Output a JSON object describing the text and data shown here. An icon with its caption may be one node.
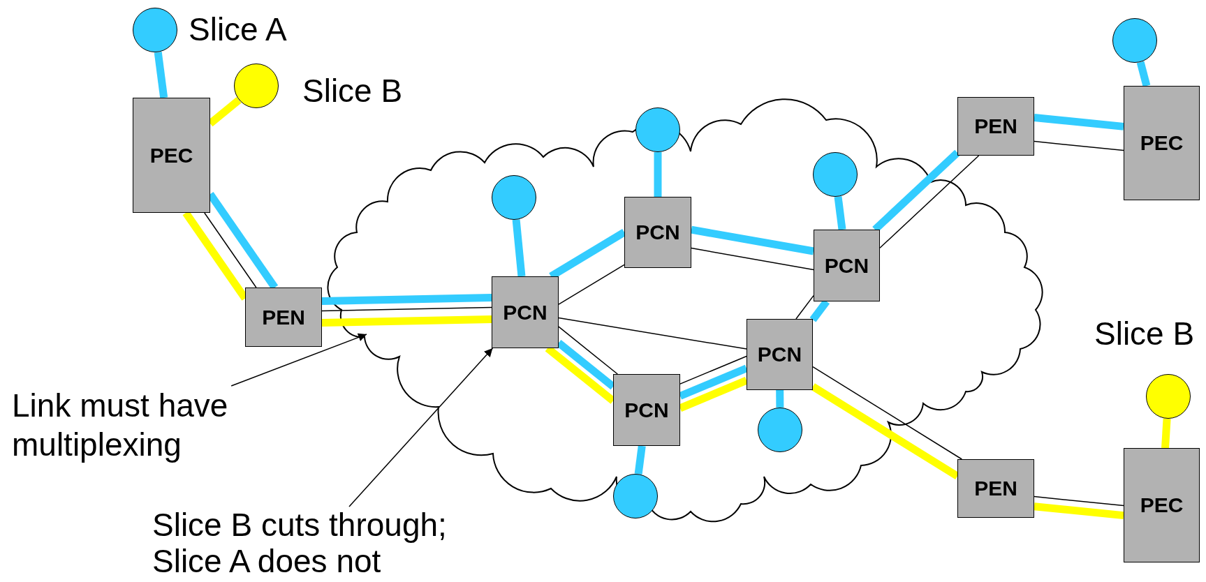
{
  "diagram": {
    "nodes": [
      {
        "text": [],
        "shape": "circle",
        "beside": [
          "Slice A"
        ]
      },
      {
        "text": [],
        "shape": "circle",
        "beside": [
          "Slice B"
        ]
      },
      {
        "text": [
          "PEC"
        ]
      },
      {
        "text": [
          "PEN"
        ]
      },
      {
        "text": [],
        "shape": "circle"
      },
      {
        "text": [
          "PCN"
        ]
      },
      {
        "text": [],
        "shape": "circle"
      },
      {
        "text": [
          "PCN"
        ]
      },
      {
        "text": [
          "PEN"
        ]
      },
      {
        "text": [],
        "shape": "circle"
      },
      {
        "text": [
          "PEC"
        ]
      },
      {
        "text": [],
        "shape": "circle"
      },
      {
        "text": [
          "PCN"
        ]
      },
      {
        "text": [
          "PCN"
        ]
      },
      {
        "text": [
          "PCN"
        ]
      },
      {
        "text": [],
        "shape": "circle"
      },
      {
        "text": [],
        "shape": "circle"
      },
      {
        "text": [],
        "shape": "circle",
        "beside": [
          "Slice B"
        ]
      },
      {
        "text": [
          "PEN"
        ]
      },
      {
        "text": [
          "PEC"
        ]
      },
      {
        "text": [
          "Link must have multiplexing"
        ]
      },
      {
        "text": [
          "Slice B cuts through; Slice A does not"
        ]
      }
    ],
    "edges": [
      {
        "from": 0,
        "to": 2,
        "arrow": "none"
      },
      {
        "from": 1,
        "to": 2,
        "arrow": "none",
        "color": "#ffff00"
      },
      {
        "from": 2,
        "to": 3,
        "arrow": "none"
      },
      {
        "from": 2,
        "to": 3,
        "arrow": "none",
        "color": "#000000"
      },
      {
        "from": 2,
        "to": 3,
        "arrow": "none",
        "color": "#ffff00"
      },
      {
        "from": 3,
        "to": 5,
        "arrow": "none"
      },
      {
        "from": 3,
        "to": 5,
        "arrow": "none",
        "color": "#000000"
      },
      {
        "from": 3,
        "to": 5,
        "arrow": "none",
        "color": "#ffff00"
      },
      {
        "from": 4,
        "to": 5,
        "arrow": "none"
      },
      {
        "from": 5,
        "to": 7,
        "arrow": "none"
      },
      {
        "from": 5,
        "to": 7,
        "arrow": "none",
        "color": "#000000"
      },
      {
        "from": 6,
        "to": 7,
        "arrow": "none"
      },
      {
        "from": 7,
        "to": 12,
        "arrow": "none"
      },
      {
        "from": 7,
        "to": 12,
        "arrow": "none",
        "color": "#000000"
      },
      {
        "from": 11,
        "to": 12,
        "arrow": "none"
      },
      {
        "from": 12,
        "to": 8,
        "arrow": "none"
      },
      {
        "from": 12,
        "to": 8,
        "arrow": "none",
        "color": "#000000"
      },
      {
        "from": 8,
        "to": 10,
        "arrow": "none"
      },
      {
        "from": 8,
        "to": 10,
        "arrow": "none",
        "color": "#000000"
      },
      {
        "from": 9,
        "to": 10,
        "arrow": "none"
      },
      {
        "from": 5,
        "to": 13,
        "arrow": "none",
        "color": "#000000"
      },
      {
        "from": 5,
        "to": 14,
        "arrow": "none"
      },
      {
        "from": 5,
        "to": 14,
        "arrow": "none",
        "color": "#000000"
      },
      {
        "from": 5,
        "to": 14,
        "arrow": "none",
        "color": "#ffff00"
      },
      {
        "from": 14,
        "to": 16,
        "arrow": "none"
      },
      {
        "from": 14,
        "to": 13,
        "arrow": "none"
      },
      {
        "from": 14,
        "to": 13,
        "arrow": "none",
        "color": "#000000"
      },
      {
        "from": 14,
        "to": 13,
        "arrow": "none",
        "color": "#ffff00"
      },
      {
        "from": 13,
        "to": 12,
        "arrow": "none"
      },
      {
        "from": 13,
        "to": 12,
        "arrow": "none",
        "color": "#000000"
      },
      {
        "from": 13,
        "to": 15,
        "arrow": "none"
      },
      {
        "from": 13,
        "to": 18,
        "arrow": "none",
        "color": "#ffff00"
      },
      {
        "from": 13,
        "to": 18,
        "arrow": "none",
        "color": "#000000"
      },
      {
        "from": 18,
        "to": 19,
        "arrow": "none",
        "color": "#ffff00"
      },
      {
        "from": 18,
        "to": 19,
        "arrow": "none",
        "color": "#000000"
      },
      {
        "from": 17,
        "to": 19,
        "arrow": "none",
        "color": "#ffff00"
      },
      {
        "from": 20,
        "to": null,
        "arrow": "to",
        "color": "#000000"
      },
      {
        "from": 21,
        "to": 5,
        "arrow": "to",
        "color": "#000000"
      }
    ]
  }
}
